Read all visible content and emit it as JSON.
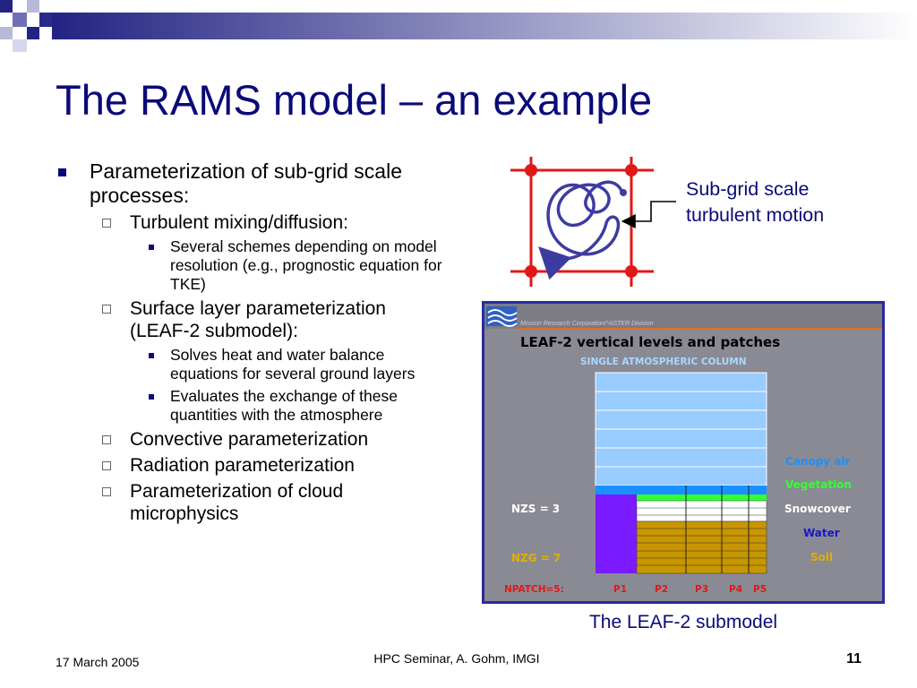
{
  "slide": {
    "title": "The RAMS model – an example",
    "colors": {
      "title": "#0a0a78",
      "accent_red": "#e01818",
      "swirl": "#3c3ca0"
    }
  },
  "bullets": [
    {
      "level": 1,
      "text": "Parameterization of sub-grid scale processes:"
    },
    {
      "level": 2,
      "text": "Turbulent mixing/diffusion:"
    },
    {
      "level": 3,
      "text": "Several schemes depending on model resolution (e.g., prognostic equation for TKE)"
    },
    {
      "level": 2,
      "text": "Surface layer parameterization (LEAF-2 submodel):"
    },
    {
      "level": 3,
      "text": "Solves heat and water balance equations for several ground layers"
    },
    {
      "level": 3,
      "text": "Evaluates the exchange of these quantities with the atmosphere"
    },
    {
      "level": 2,
      "text": "Convective parameterization"
    },
    {
      "level": 2,
      "text": "Radiation parameterization"
    },
    {
      "level": 2,
      "text": "Parameterization of cloud microphysics"
    }
  ],
  "diagram": {
    "label": "Sub-grid scale turbulent motion"
  },
  "leaf_figure": {
    "header_banner": "Mission Research Corporation/*ASTER Division",
    "title": "LEAF-2 vertical levels and patches",
    "subtitle": "SINGLE ATMOSPHERIC COLUMN",
    "nzs_label": "NZS = 3",
    "nzg_label": "NZG = 7",
    "npatch_label": "NPATCH=5:",
    "patches": [
      "P1",
      "P2",
      "P3",
      "P4",
      "P5"
    ],
    "legend": [
      {
        "text": "Canopy air",
        "color": "#1a90ff"
      },
      {
        "text": "Vegetation",
        "color": "#33ff33"
      },
      {
        "text": "Snowcover",
        "color": "#ffffff"
      },
      {
        "text": "Water",
        "color": "#1818c8"
      },
      {
        "text": "Soil",
        "color": "#e0b000"
      }
    ],
    "caption": "The LEAF-2 submodel"
  },
  "footer": {
    "date": "17 March 2005",
    "center": "HPC Seminar, A. Gohm, IMGI",
    "page": "11"
  }
}
